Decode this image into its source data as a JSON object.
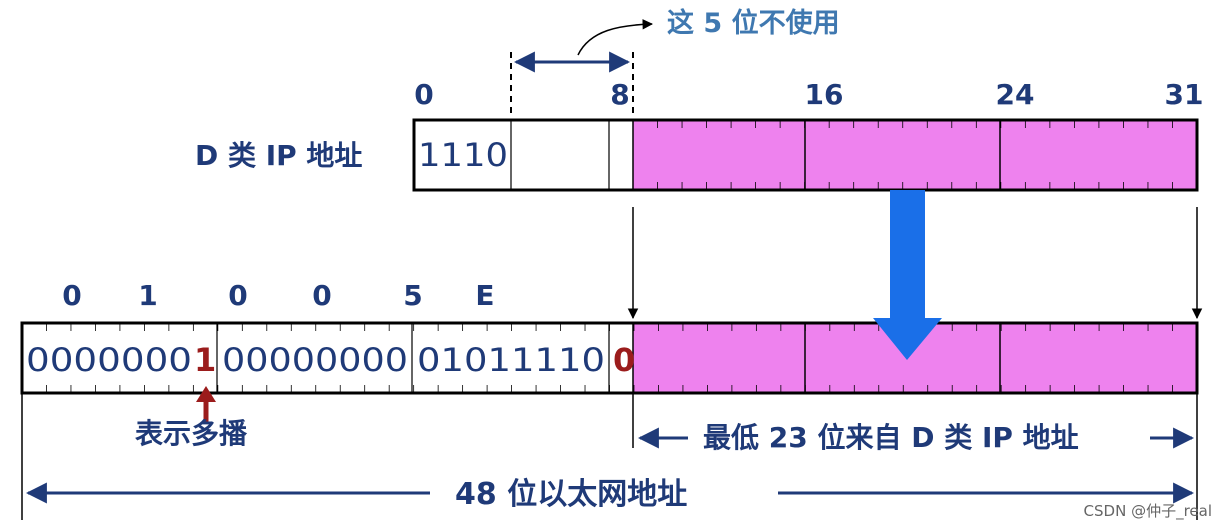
{
  "title_top_note": "这 5 位不使用",
  "class_d": {
    "label": "D 类 IP 地址",
    "bit_positions": [
      "0",
      "8",
      "16",
      "24",
      "31"
    ],
    "prefix_bits": "1110"
  },
  "ethernet": {
    "hex_digits": [
      "0",
      "1",
      "0",
      "0",
      "5",
      "E"
    ],
    "bits_group1": "0000000",
    "bits_group1_red": "1",
    "bits_group2": "00000000",
    "bits_group3": "01011110",
    "bits_group3_red": "0"
  },
  "annotations": {
    "multicast": "表示多播",
    "lowest23": "最低 23 位来自 D 类 IP 地址",
    "mac48": "48 位以太网地址"
  },
  "watermark": "CSDN @仲子_real",
  "colors": {
    "pink": "#ee82ee",
    "navy": "#1f3a78",
    "blue_arrow": "#1a6fe8",
    "red_bit": "#9b1c1c",
    "note_blue": "#3f78b0"
  }
}
